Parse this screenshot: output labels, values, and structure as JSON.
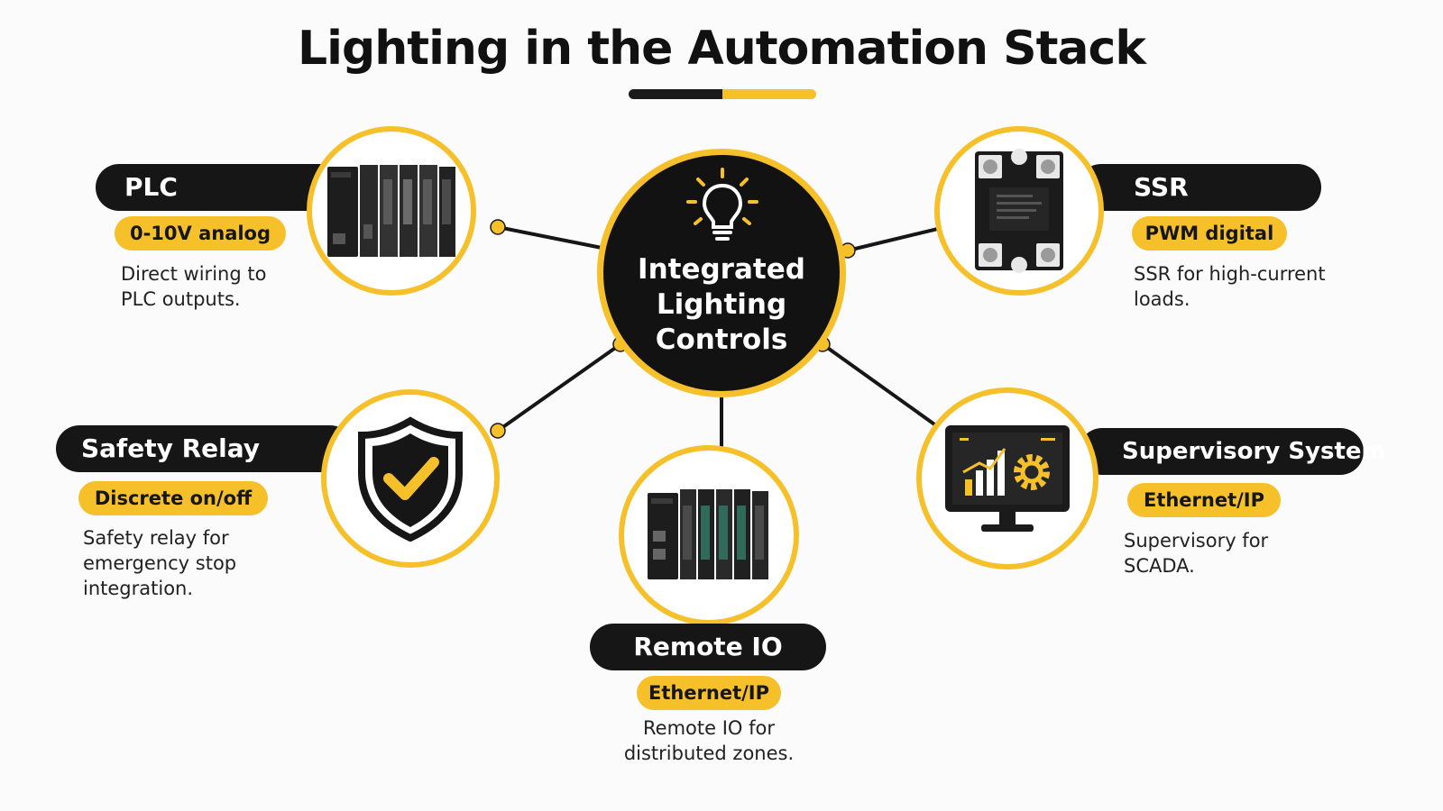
{
  "title": "Lighting in the Automation Stack",
  "colors": {
    "accent": "#f5c02a",
    "dark": "#161616",
    "background": "#fbfbfb"
  },
  "center": {
    "icon": "lightbulb-icon",
    "label": "Integrated\nLighting\nControls"
  },
  "nodes": {
    "plc": {
      "title": "PLC",
      "protocol": "0-10V analog",
      "description": "Direct wiring to\nPLC outputs.",
      "icon": "plc-module-icon"
    },
    "ssr": {
      "title": "SSR",
      "protocol": "PWM digital",
      "description": "SSR for high-current\nloads.",
      "icon": "solid-state-relay-icon"
    },
    "safety_relay": {
      "title": "Safety Relay",
      "protocol": "Discrete on/off",
      "description": "Safety relay for\nemergency stop\nintegration.",
      "icon": "shield-check-icon"
    },
    "remote_io": {
      "title": "Remote IO",
      "protocol": "Ethernet/IP",
      "description": "Remote IO for\ndistributed zones.",
      "icon": "io-module-icon"
    },
    "supervisory": {
      "title": "Supervisory System",
      "protocol": "Ethernet/IP",
      "description": "Supervisory for\nSCADA.",
      "icon": "monitor-chart-gear-icon"
    }
  }
}
